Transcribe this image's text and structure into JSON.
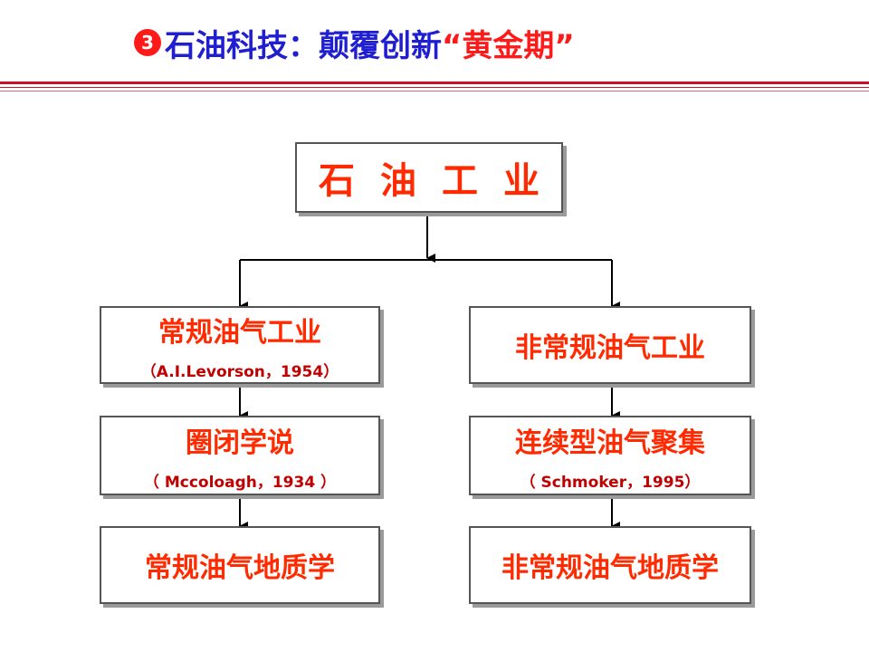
{
  "header": {
    "bullet": "3",
    "title_prefix": "石油科技：颠覆创新",
    "title_quoted": "“黄金期”",
    "colors": {
      "title": "#1f1fd1",
      "accent": "#ff1a1a",
      "rule": "#c8102e"
    }
  },
  "diagram": {
    "root": {
      "label": "石油工业"
    },
    "left": [
      {
        "label": "常规油气工业",
        "sub": "（A.I.Levorson，1954）"
      },
      {
        "label": "圈闭学说",
        "sub": "（ Mccoloagh，1934 ）"
      },
      {
        "label": "常规油气地质学"
      }
    ],
    "right": [
      {
        "label": "非常规油气工业"
      },
      {
        "label": "连续型油气聚集",
        "sub": "（ Schmoker，1995）"
      },
      {
        "label": "非常规油气地质学"
      }
    ],
    "colors": {
      "node_text": "#ff2a00",
      "sub_text": "#c00000",
      "border": "#555555",
      "arrow": "#000000"
    }
  }
}
